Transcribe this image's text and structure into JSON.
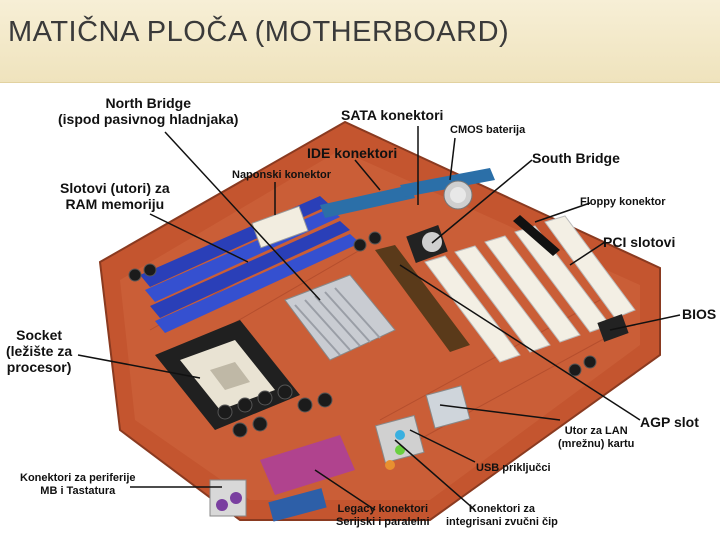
{
  "title": "MATIČNA PLOČA (MOTHERBOARD)",
  "labels": {
    "north_bridge_1": "North Bridge",
    "north_bridge_2": "(ispod pasivnog hladnjaka)",
    "sata": "SATA konektori",
    "cmos": "CMOS baterija",
    "ide": "IDE konektori",
    "south_bridge": "South Bridge",
    "naponski": "Naponski konektor",
    "slotovi_1": "Slotovi (utori) za",
    "slotovi_2": "RAM memoriju",
    "floppy": "Floppy konektor",
    "pci": "PCI slotovi",
    "socket_1": "Socket",
    "socket_2": "(ležište za",
    "socket_3": "procesor)",
    "bios": "BIOS",
    "agp": "AGP slot",
    "lan_1": "Utor za LAN",
    "lan_2": "(mrežnu) kartu",
    "usb": "USB priključci",
    "periferije_1": "Konektori za periferije",
    "periferije_2": "MB i Tastatura",
    "legacy_1": "Legacy konektori",
    "legacy_2": "Serijski i paralelni",
    "zvucni_1": "Konektori za",
    "zvucni_2": "integrisani zvučni čip"
  },
  "colors": {
    "pcb": "#c4552f",
    "ram_slot": "#2a3fb8",
    "pci_slot": "#f3efe4",
    "ide_connector": "#2b6fa8",
    "title_bar": "#efe3bd"
  }
}
